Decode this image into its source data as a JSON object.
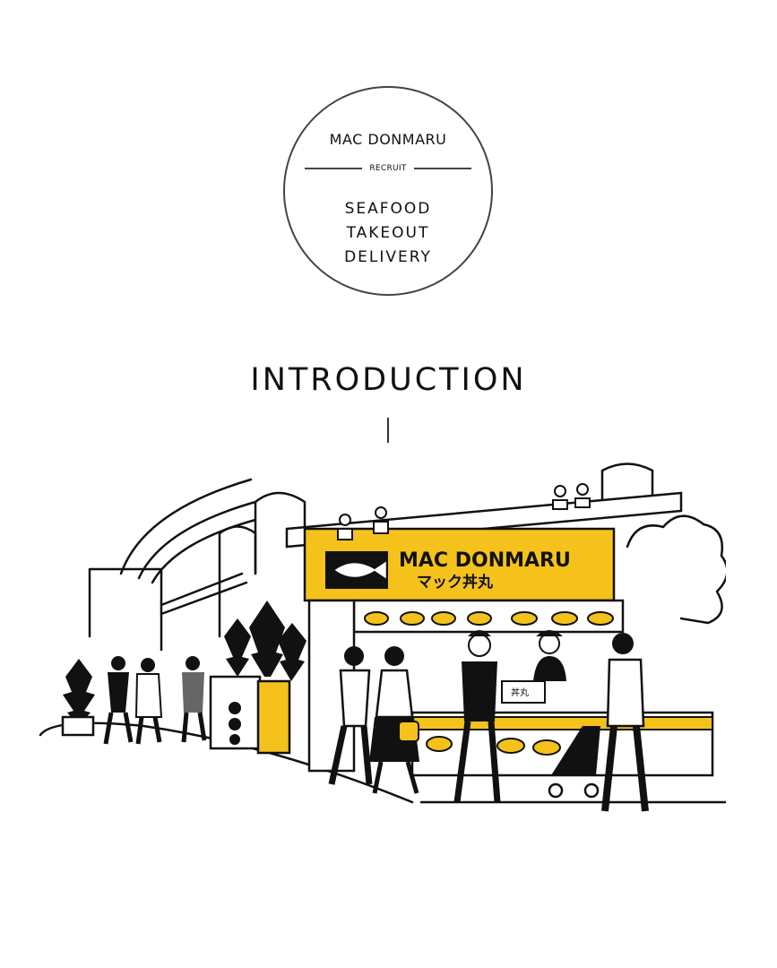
{
  "logo": {
    "brand": "MAC DONMARU",
    "tag": "RECRUIT",
    "services": [
      "SEAFOOD",
      "TAKEOUT",
      "DELIVERY"
    ]
  },
  "intro": {
    "title": "INTRODUCTION"
  },
  "illustration": {
    "sign_en": "MAC DONMARU",
    "sign_jp": "マック丼丸",
    "register_label": "丼丸",
    "colors": {
      "accent": "#f5c21b",
      "ink": "#111111",
      "paper": "#ffffff"
    }
  }
}
